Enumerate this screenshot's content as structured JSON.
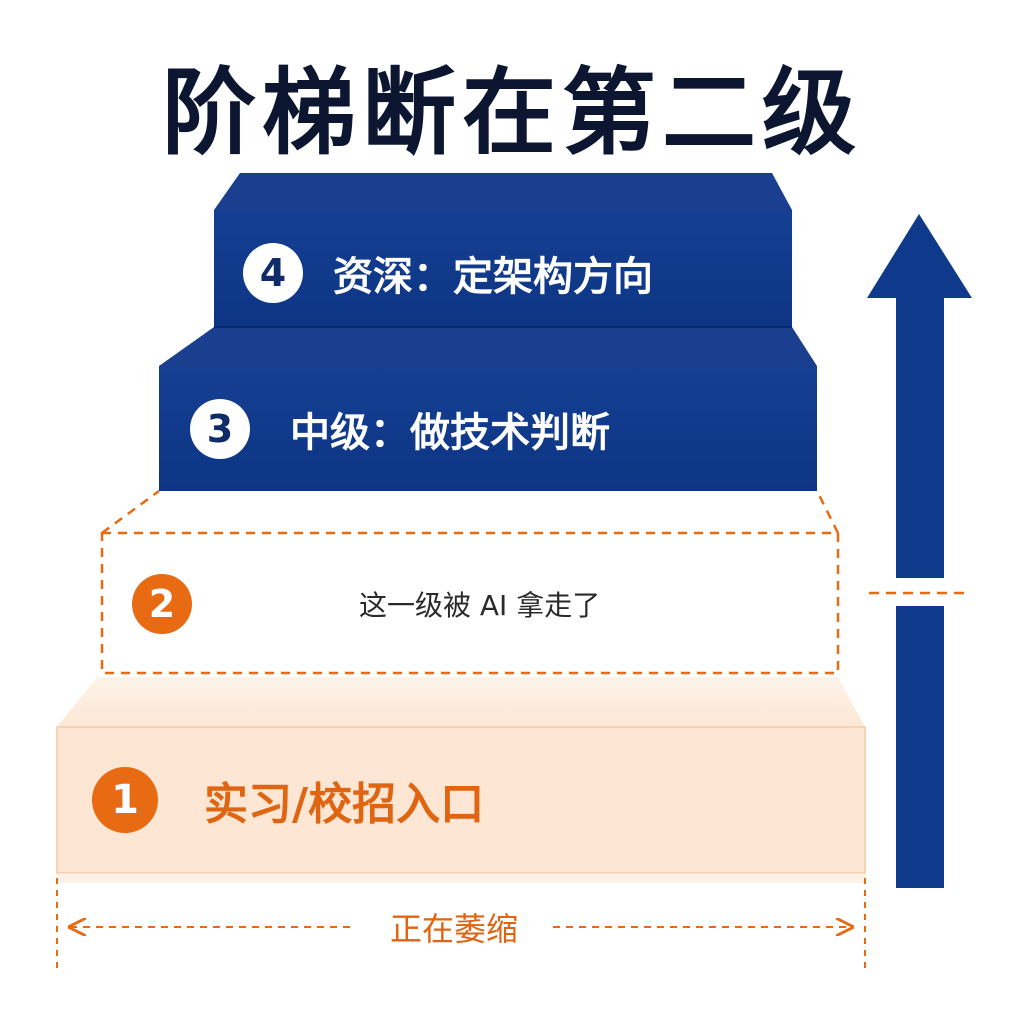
{
  "title": "阶梯断在第二级",
  "colors": {
    "navy_top": "#1a3f8f",
    "navy_front": "#0f3a8c",
    "orange": "#e86a12",
    "peach_front": "#fde6d3",
    "title_text": "#0c1631"
  },
  "steps": [
    {
      "number": "1",
      "label": "实习/校招入口",
      "state": "shrinking"
    },
    {
      "number": "2",
      "label": "这一级被 AI 拿走了",
      "state": "missing"
    },
    {
      "number": "3",
      "label": "中级：做技术判断",
      "state": "solid"
    },
    {
      "number": "4",
      "label": "资深：定架构方向",
      "state": "solid"
    }
  ],
  "base_note": "正在萎缩",
  "arrow": {
    "direction": "up",
    "icon": "up-arrow-icon"
  }
}
